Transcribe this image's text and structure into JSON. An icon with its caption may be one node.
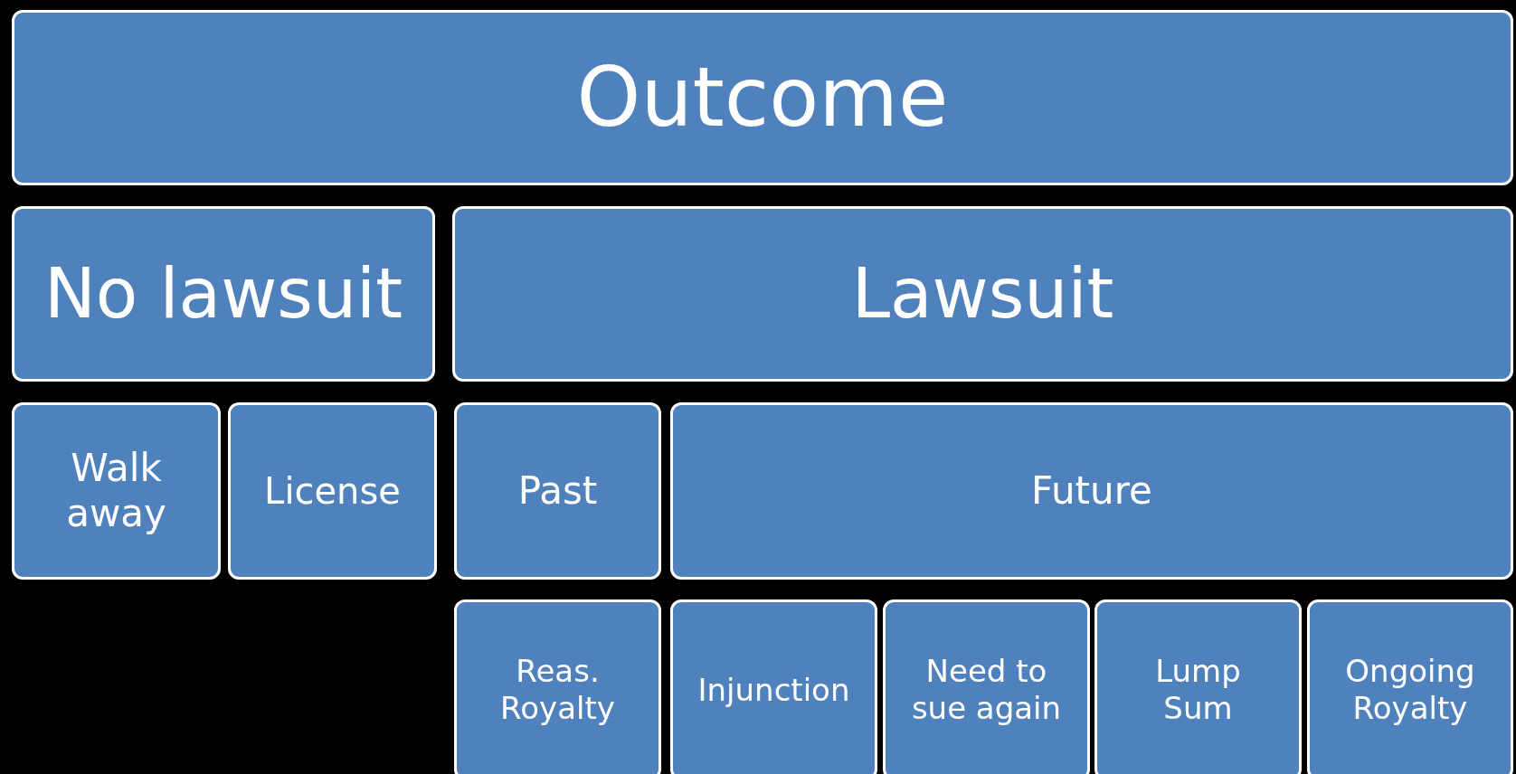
{
  "diagram": {
    "nodes": [
      {
        "text": [
          "Outcome"
        ]
      },
      {
        "text": [
          "No lawsuit"
        ]
      },
      {
        "text": [
          "Lawsuit"
        ]
      },
      {
        "text": [
          "Walk away"
        ]
      },
      {
        "text": [
          "License"
        ]
      },
      {
        "text": [
          "Past"
        ]
      },
      {
        "text": [
          "Future"
        ]
      },
      {
        "text": [
          "Reas. Royalty"
        ]
      },
      {
        "text": [
          "Injunction"
        ]
      },
      {
        "text": [
          "Need to sue again"
        ]
      },
      {
        "text": [
          "Lump Sum"
        ]
      },
      {
        "text": [
          "Ongoing Royalty"
        ]
      }
    ]
  }
}
